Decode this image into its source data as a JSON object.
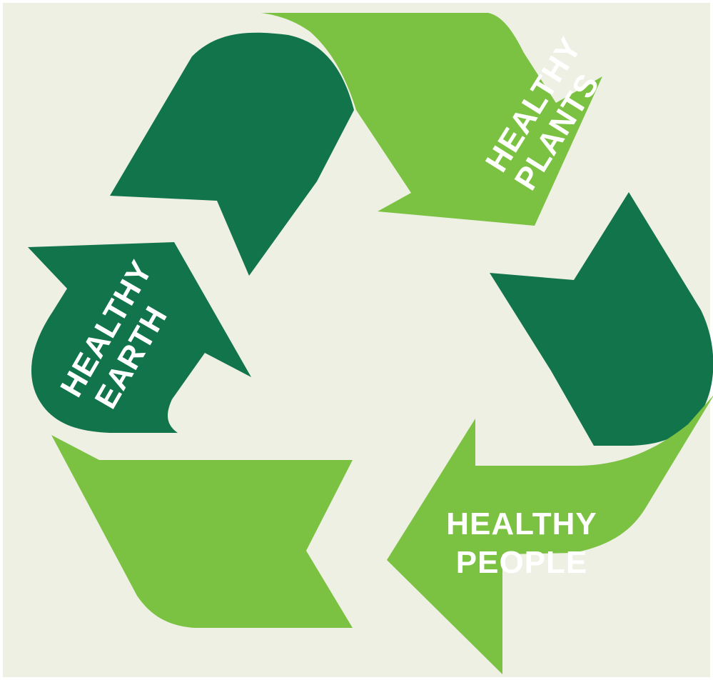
{
  "colors": {
    "background": "#eef0e4",
    "dark_green": "#11744b",
    "light_green": "#7cc242",
    "text": "#ffffff"
  },
  "labels": {
    "plants": {
      "line1": "HEALTHY",
      "line2": "PLANTS"
    },
    "earth": {
      "line1": "HEALTHY",
      "line2": "EARTH"
    },
    "people": {
      "line1": "HEALTHY",
      "line2": "PEOPLE"
    }
  }
}
